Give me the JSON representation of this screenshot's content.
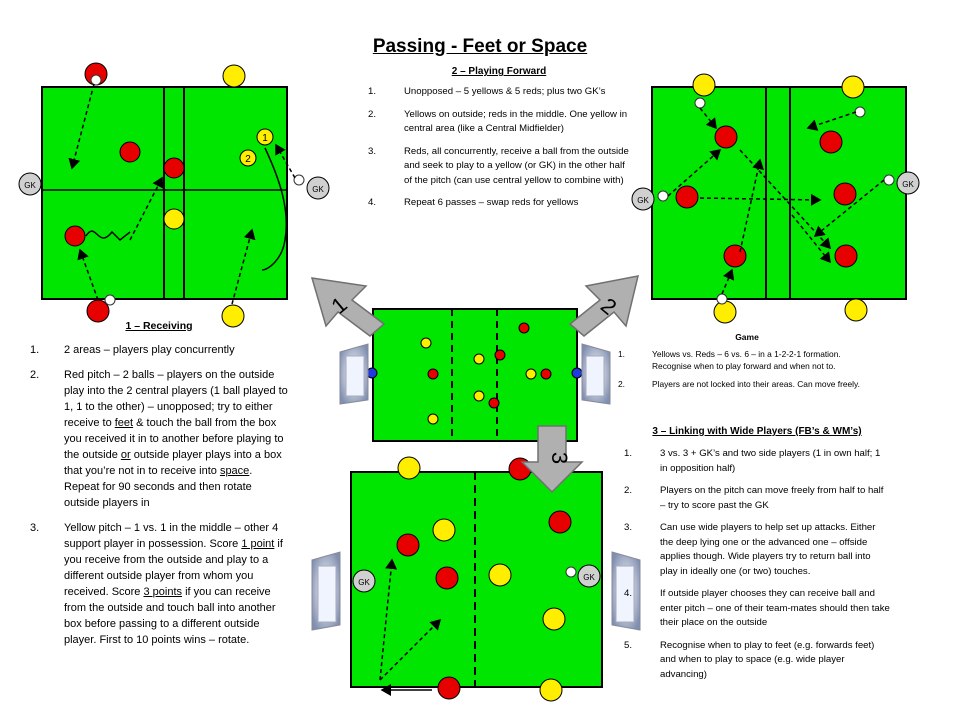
{
  "title": "Passing - Feet or Space",
  "colors": {
    "pitch": "#00e600",
    "red": "#e60000",
    "yellow": "#ffee00",
    "line": "#000000",
    "arrow": "#b0b0b0"
  },
  "labels": {
    "gk": "GK",
    "n1": "1",
    "n2": "2"
  },
  "arrows": {
    "a1": "1",
    "a2": "2",
    "a3": "3"
  },
  "section_playing_forward": {
    "title": "2 – Playing  Forward",
    "items": [
      "Unopposed – 5 yellows & 5 reds; plus two GK’s",
      "Yellows on outside; reds in the middle. One yellow in central area (like a Central Midfielder)",
      "Reds, all concurrently, receive a ball from the outside and seek to play to a yellow (or GK) in the other half of the pitch (can use central yellow to combine with)",
      "Repeat 6 passes – swap reds for yellows"
    ]
  },
  "section_receiving": {
    "title": "1 – Receiving",
    "item1": "2 areas – players play concurrently",
    "item2": {
      "a": "Red pitch – 2 balls – players on the outside play into the 2 central players (1 ball played to 1, 1 to the other) – unopposed; try to either receive to ",
      "b": "feet",
      "c": " & touch the ball from the box you received it in to another before playing to the outside ",
      "d": "or",
      "e": " outside player plays into a box that you’re not in to receive into ",
      "f": "space",
      "g": ".  Repeat for 90 seconds and then rotate outside players in"
    },
    "item3": {
      "a": "Yellow pitch – 1 vs. 1 in the middle – other 4 support player in possession. Score ",
      "b": "1 point",
      "c": " if you receive from the outside and play to a different outside player from whom you received. Score ",
      "d": "3 points",
      "e": " if you can receive from the outside and touch ball into another box before passing to a different outside player. First to 10 points wins – rotate."
    }
  },
  "section_game": {
    "title": "Game",
    "items": [
      "Yellows vs. Reds – 6 vs. 6 – in a 1-2-2-1 formation. Recognise when to play forward and when not to.",
      "Players are not locked into their areas. Can move freely."
    ]
  },
  "section_linking": {
    "title": "3 – Linking  with Wide Players (FB’s  & WM’s)",
    "items": [
      "3 vs. 3 + GK’s and two side players (1 in own half; 1 in opposition half)",
      "Players on the pitch can move freely from half to half – try to score past the GK",
      "Can use wide players to help set up attacks. Either the deep lying one or the advanced one – offside applies though. Wide players try to return ball into play in ideally one (or two) touches.",
      "If outside player chooses they can receive ball and enter pitch – one of their team-mates should then take their place on the outside",
      "Recognise when to play to feet (e.g. forwards feet) and when to play to space (e.g. wide player advancing)"
    ]
  }
}
